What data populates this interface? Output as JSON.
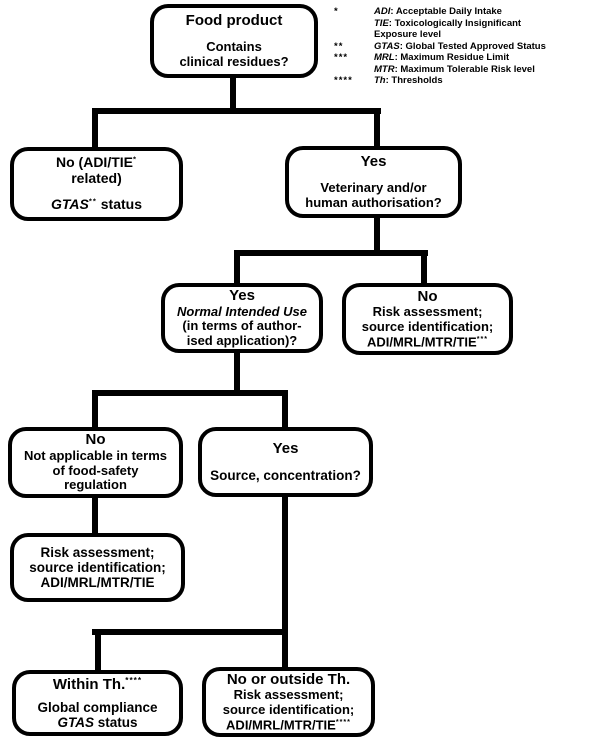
{
  "figure": {
    "nodes": {
      "food": {
        "title": "Food product",
        "line1": "Contains",
        "line2": "clinical residues?"
      },
      "noAdi": {
        "line1": "No (ADI/TIE",
        "sup1": "*",
        "line2": "related)",
        "abbr": "GTAS",
        "sup2": "**",
        "rest": " status"
      },
      "yesVet": {
        "title": "Yes",
        "line1": "Veterinary and/or",
        "line2": "human authorisation?"
      },
      "yesNiu": {
        "title": "Yes",
        "italic": "Normal Intended Use",
        "line1": "(in terms of author-",
        "line2": "ised application)?"
      },
      "noRisk": {
        "title": "No",
        "line1": "Risk assessment;",
        "line2": "source identification;",
        "line3": "ADI/MRL/MTR/TIE",
        "sup": "***"
      },
      "noNa": {
        "title": "No",
        "line1": "Not applicable in terms",
        "line2": "of food-safety",
        "line3": "regulation"
      },
      "yesSource": {
        "title": "Yes",
        "line1": "Source, concentration?"
      },
      "risk": {
        "line1": "Risk assessment;",
        "line2": "source identification;",
        "line3": "ADI/MRL/MTR/TIE"
      },
      "withinTh": {
        "title": "Within Th.",
        "sup": "****",
        "line1": "Global compliance",
        "abbr": "GTAS",
        "rest": " status"
      },
      "outsideTh": {
        "title": "No or outside Th.",
        "line1": "Risk assessment;",
        "line2": "source identification;",
        "line3": "ADI/MRL/MTR/TIE",
        "sup": "****"
      }
    },
    "legend": {
      "rows": [
        {
          "marker": "*",
          "abbr": "ADI",
          "text": ": Acceptable Daily Intake"
        },
        {
          "marker": "",
          "abbr": "TIE",
          "text": ": Toxicologically Insignificant"
        },
        {
          "marker": "",
          "abbr": "",
          "text": "Exposure level"
        },
        {
          "marker": "**",
          "abbr": "GTAS",
          "text": ": Global Tested Approved Status"
        },
        {
          "marker": "***",
          "abbr": "MRL",
          "text": ": Maximum Residue Limit"
        },
        {
          "marker": "",
          "abbr": "MTR",
          "text": ": Maximum Tolerable Risk level"
        },
        {
          "marker": "****",
          "abbr": "Th",
          "text": ": Thresholds"
        }
      ]
    },
    "colors": {
      "ink": "#000000",
      "paper": "#ffffff"
    }
  }
}
